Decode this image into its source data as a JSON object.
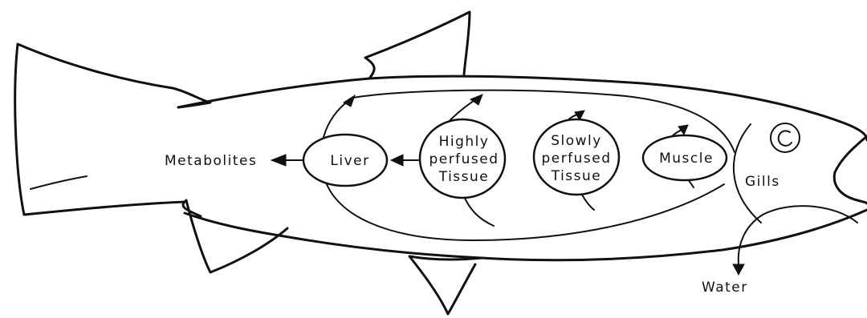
{
  "labels": {
    "metabolites": "Metabolites",
    "liver": "Liver",
    "highly_line1": "Highly",
    "highly_line2": "perfused",
    "highly_line3": "Tissue",
    "slowly_line1": "Slowly",
    "slowly_line2": "perfused",
    "slowly_line3": "Tissue",
    "muscle": "Muscle",
    "gills": "Gills",
    "water": "Water"
  }
}
